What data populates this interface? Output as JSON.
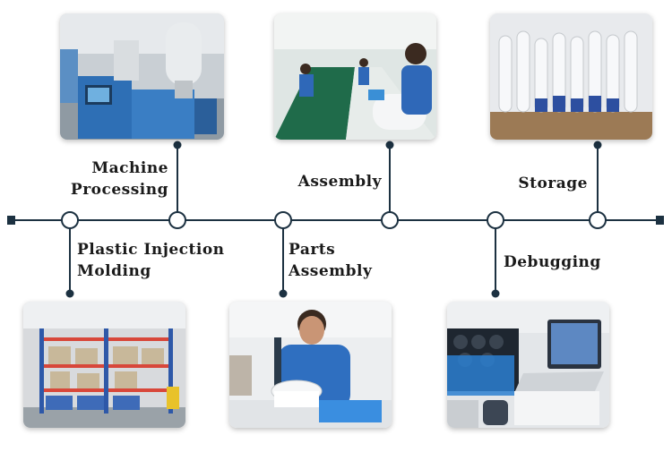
{
  "steps": [
    {
      "label_lines": [
        "Plastic Injection",
        "Molding"
      ],
      "photo": "warehouse-racks"
    },
    {
      "label_lines": [
        "Machine",
        "Processing"
      ],
      "photo": "injection-machine"
    },
    {
      "label_lines": [
        "Parts",
        "Assembly"
      ],
      "photo": "worker-assembling"
    },
    {
      "label_lines": [
        "Assembly"
      ],
      "photo": "assembly-line"
    },
    {
      "label_lines": [
        "Debugging"
      ],
      "photo": "laptop-testing"
    },
    {
      "label_lines": [
        "Storage"
      ],
      "photo": "fan-storage"
    }
  ],
  "colors": {
    "line": "#1c3141",
    "node_fill": "#ffffff",
    "label": "#1a1a1a"
  }
}
